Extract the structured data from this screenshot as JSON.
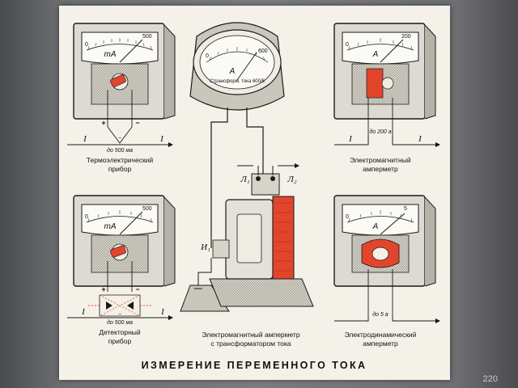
{
  "slide": {
    "title": "ИЗМЕРЕНИЕ ПЕРЕМЕННОГО ТОКА",
    "page_number": "220"
  },
  "instruments": {
    "thermo": {
      "unit": "mA",
      "scale_zero": "0",
      "scale_max": "500",
      "plus": "+",
      "minus": "−",
      "current": "I",
      "range": "до 500 ма",
      "tilde": "~",
      "caption_1": "Термоэлектрический",
      "caption_2": "прибор"
    },
    "ct_meter": {
      "unit": "A",
      "scale_zero": "0",
      "scale_max": "600",
      "dial_text": "Странсформ. тока 600/5"
    },
    "electromagnetic": {
      "unit": "A",
      "scale_zero": "0",
      "scale_max": "200",
      "range": "до 200 а",
      "current_left": "I",
      "current_right": "I",
      "caption_1": "Электромагнитный",
      "caption_2": "амперметр"
    },
    "detector": {
      "unit": "mA",
      "scale_zero": "0",
      "scale_max": "500",
      "plus": "+",
      "minus": "−",
      "current": "I",
      "range": "до 500 ма",
      "tilde": "~",
      "caption_1": "Детекторный",
      "caption_2": "прибор"
    },
    "transformer": {
      "l1": "Л₁",
      "l2": "Л₂",
      "i1": "И₁",
      "caption_1": "Электромагнитный амперметр",
      "caption_2": "с трансформатором тока"
    },
    "electrodynamic": {
      "unit": "A",
      "scale_zero": "0",
      "scale_max": "5",
      "range": "до 5 а",
      "caption_1": "Электродинамический",
      "caption_2": "амперметр"
    }
  },
  "colors": {
    "accent_red": "#e2452c",
    "line": "#1a1a1a",
    "paper": "#f4f1e8",
    "meter_body": "#dcdad2"
  }
}
